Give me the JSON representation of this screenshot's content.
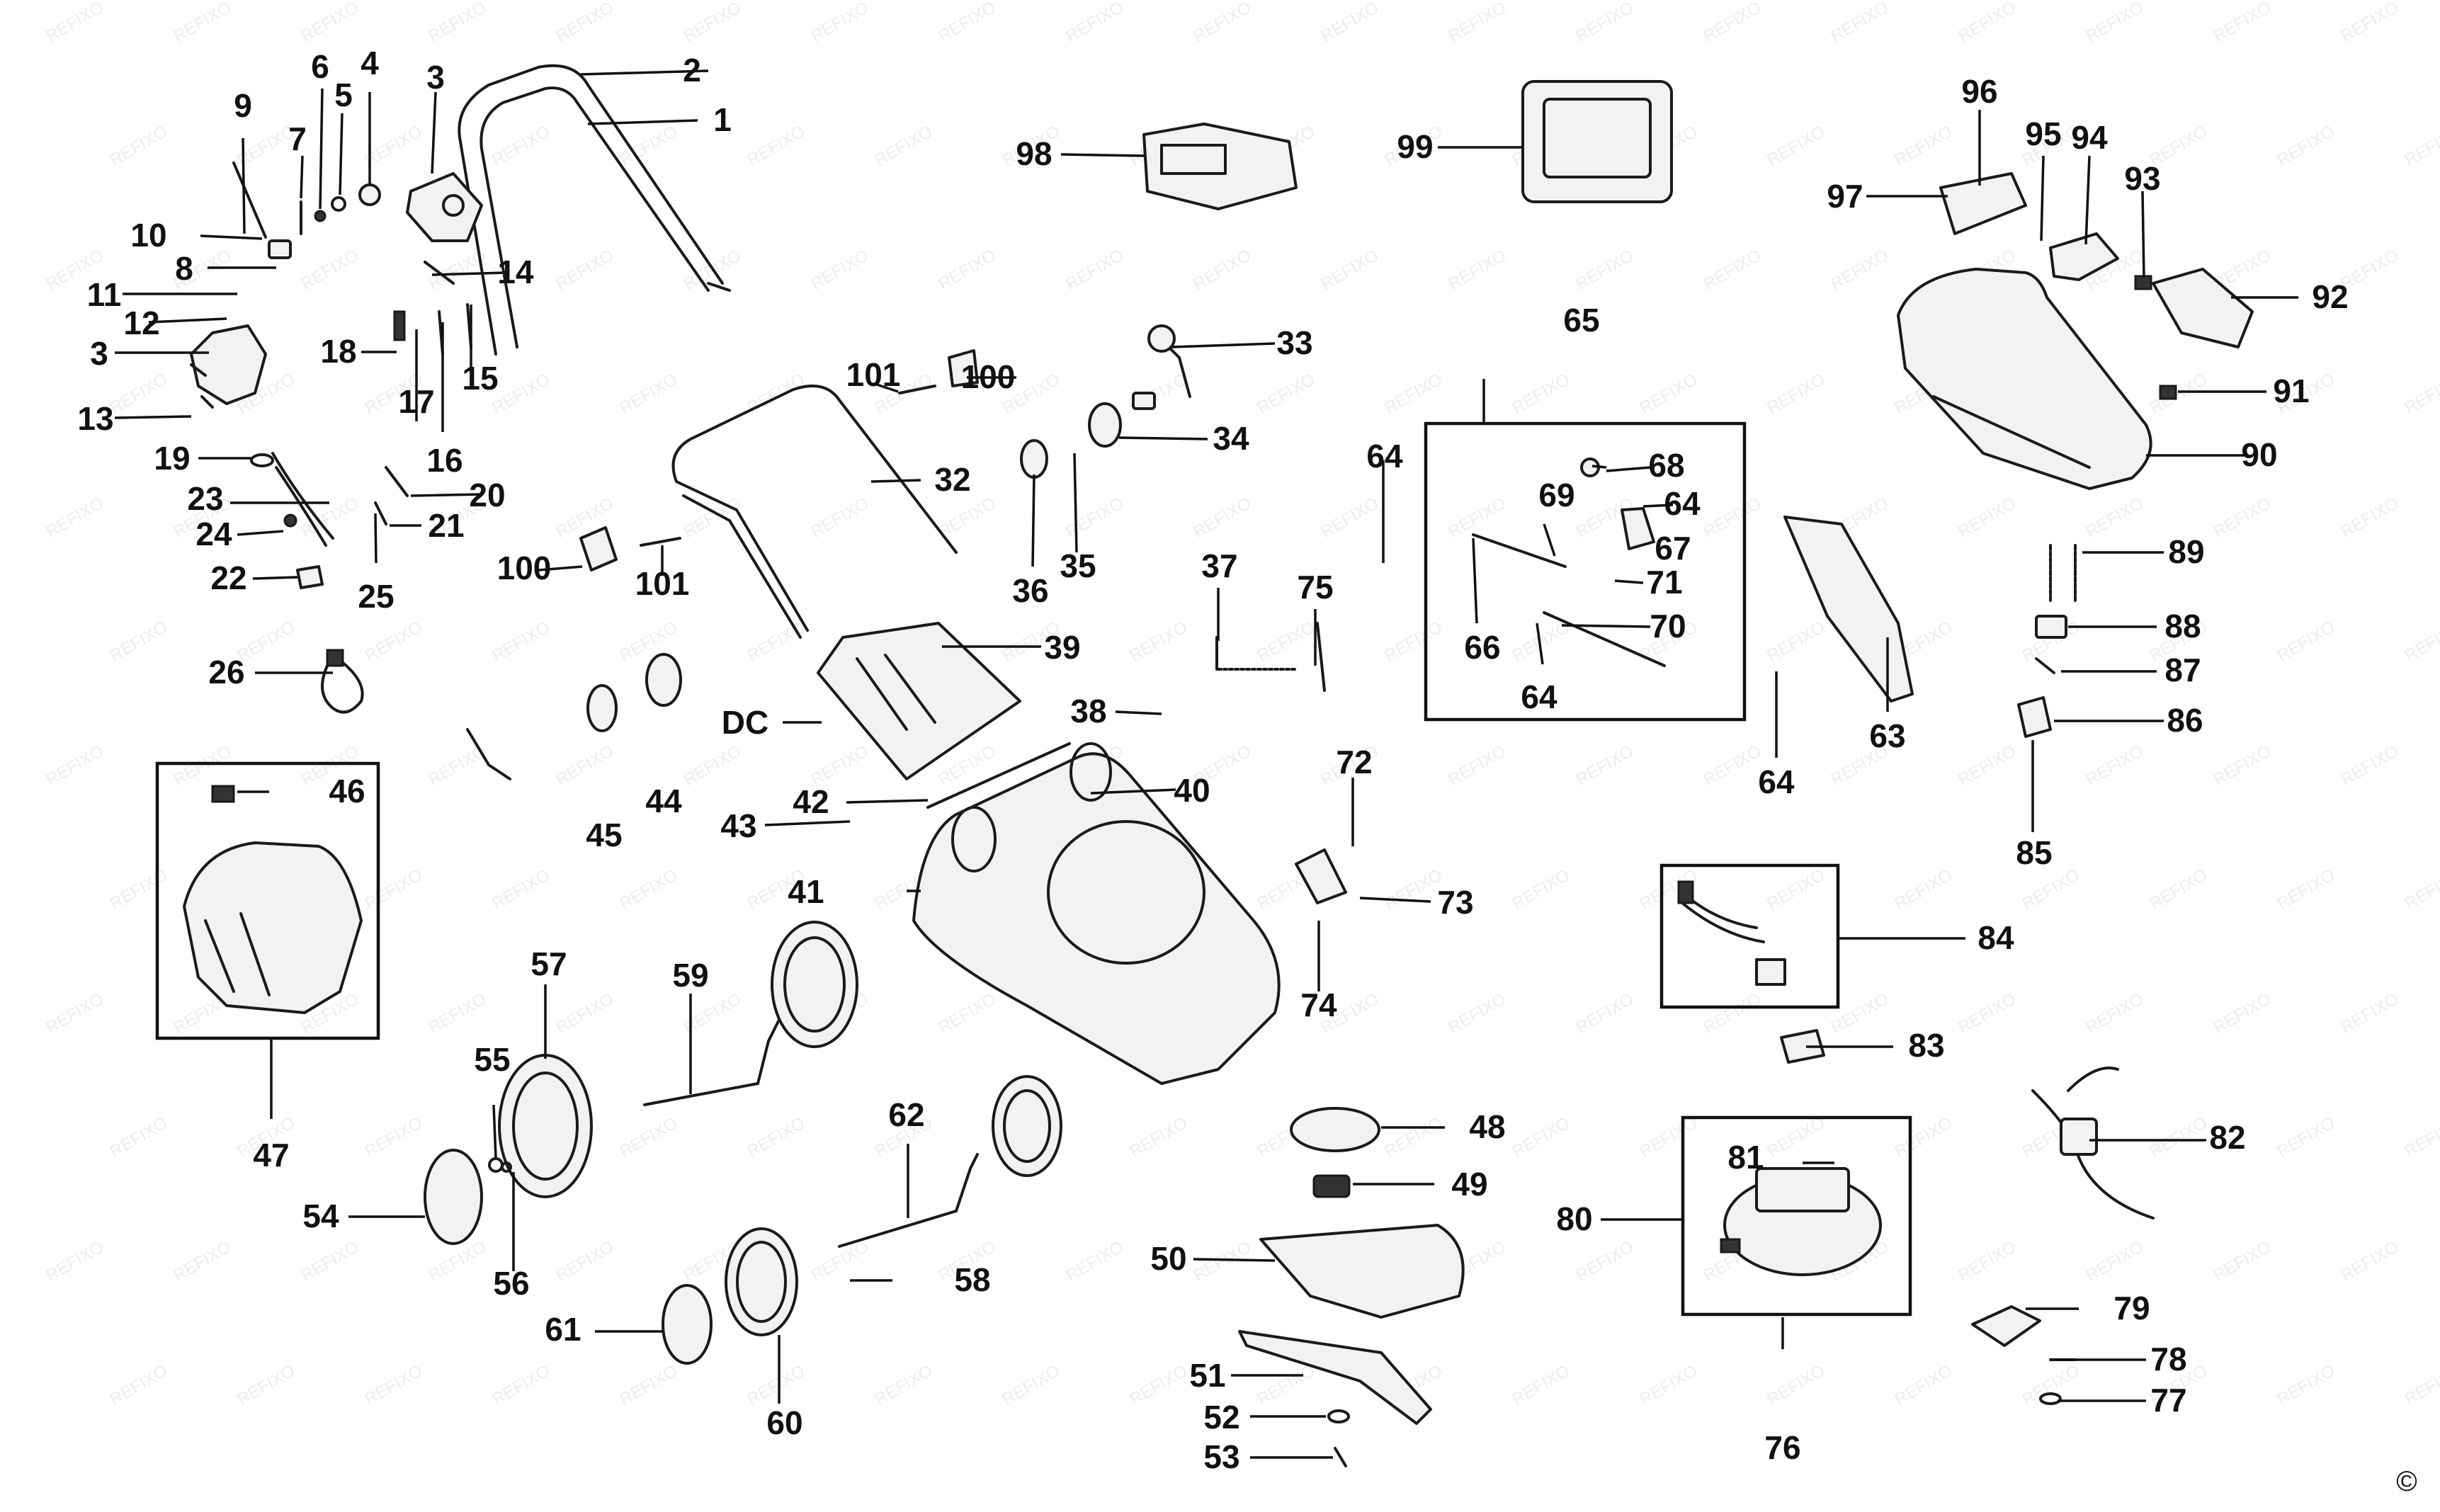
{
  "watermark": "REFIXO",
  "copyright": "©",
  "callouts": [
    "1",
    "2",
    "3",
    "4",
    "5",
    "6",
    "7",
    "8",
    "9",
    "10",
    "11",
    "12",
    "3",
    "13",
    "14",
    "15",
    "16",
    "17",
    "18",
    "19",
    "20",
    "21",
    "22",
    "23",
    "24",
    "25",
    "26",
    "32",
    "33",
    "34",
    "35",
    "36",
    "37",
    "38",
    "39",
    "40",
    "41",
    "42",
    "43",
    "DC",
    "44",
    "45",
    "46",
    "47",
    "48",
    "49",
    "50",
    "51",
    "52",
    "53",
    "54",
    "55",
    "56",
    "57",
    "58",
    "59",
    "60",
    "61",
    "62",
    "63",
    "64",
    "64",
    "64",
    "64",
    "65",
    "66",
    "67",
    "68",
    "69",
    "70",
    "71",
    "72",
    "73",
    "74",
    "75",
    "76",
    "77",
    "78",
    "79",
    "80",
    "81",
    "82",
    "83",
    "84",
    "85",
    "86",
    "87",
    "88",
    "89",
    "90",
    "91",
    "92",
    "93",
    "94",
    "95",
    "96",
    "97",
    "98",
    "99",
    "100",
    "100",
    "101",
    "101"
  ]
}
